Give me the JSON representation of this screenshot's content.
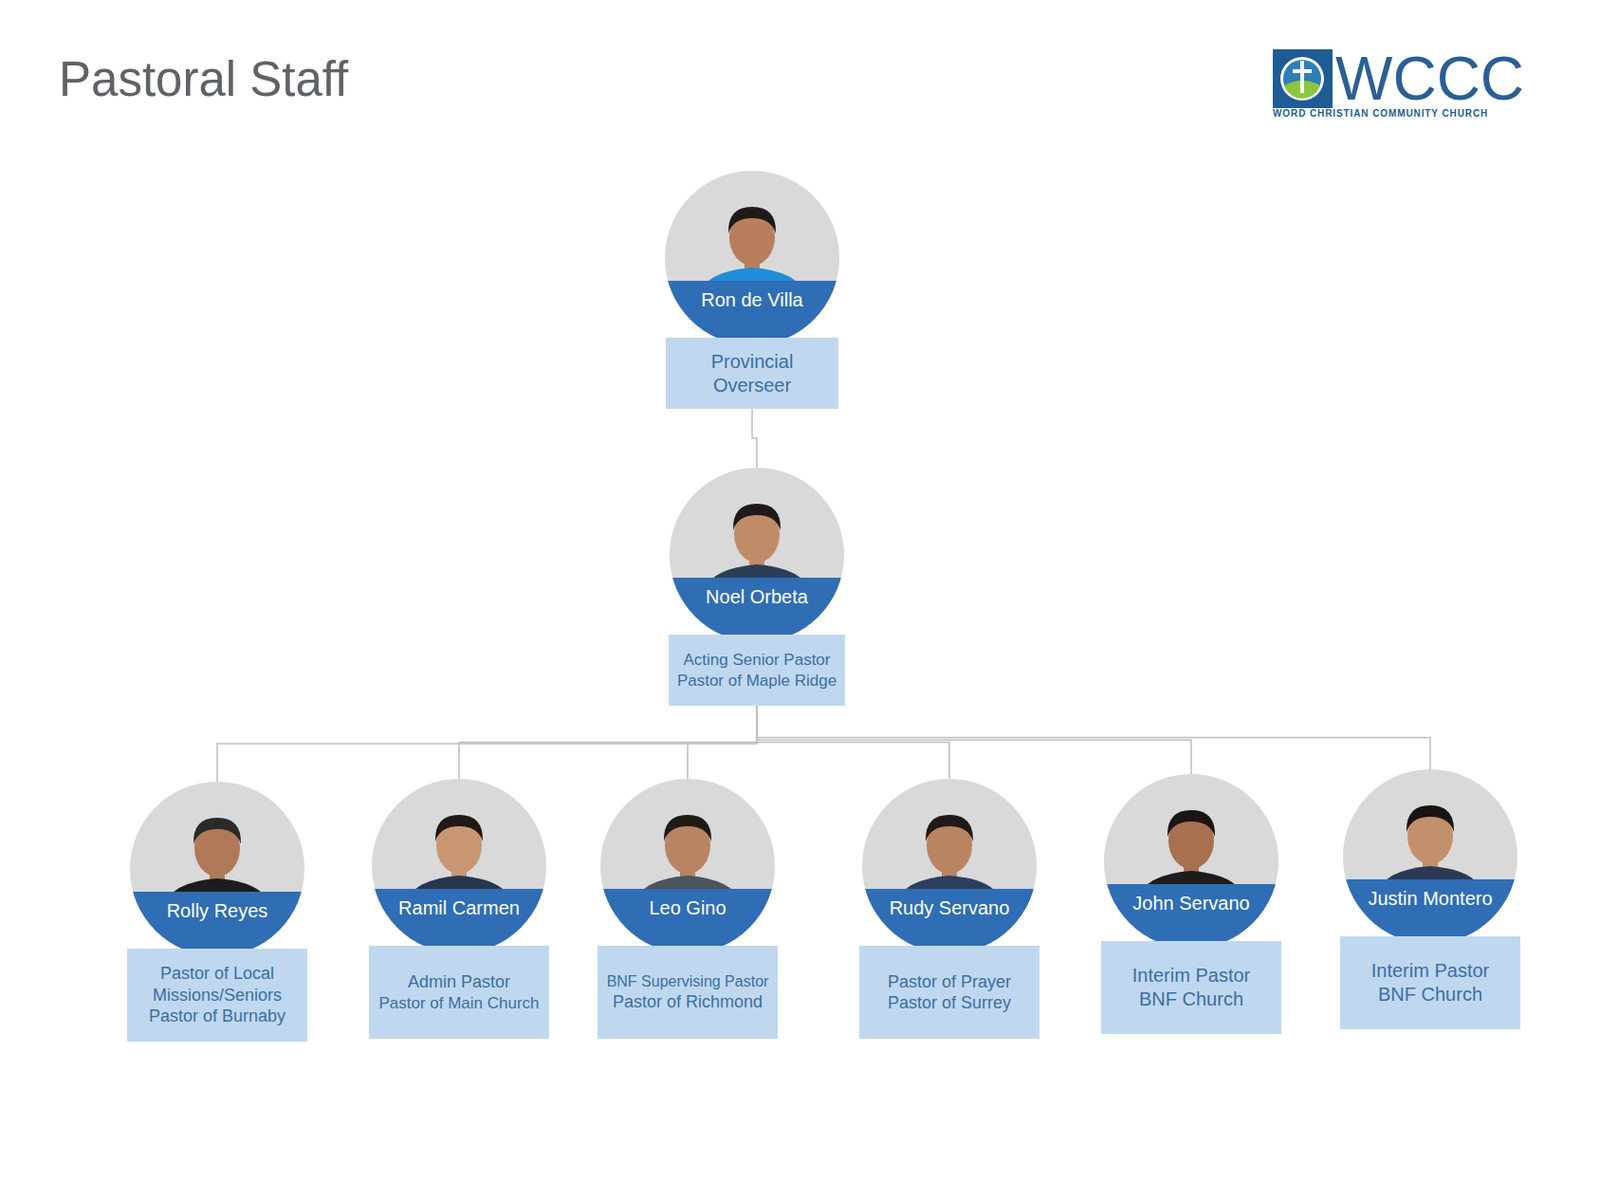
{
  "diagram": {
    "title": "Pastoral Staff",
    "nodes": [
      {
        "text": [
          "Ron de Villa",
          "Provincial Overseer"
        ]
      },
      {
        "text": [
          "Noel Orbeta",
          "Acting Senior Pastor",
          "Pastor of Maple Ridge"
        ]
      },
      {
        "text": [
          "Rolly Reyes",
          "Pastor of Local Missions/Seniors",
          "Pastor of Burnaby"
        ]
      },
      {
        "text": [
          "Ramil Carmen",
          "Admin Pastor",
          "Pastor of Main Church"
        ]
      },
      {
        "text": [
          "Leo Gino",
          "BNF Supervising Pastor",
          "Pastor of Richmond"
        ]
      },
      {
        "text": [
          "Rudy Servano",
          "Pastor of Prayer",
          "Pastor of Surrey"
        ]
      },
      {
        "text": [
          "John Servano",
          "Interim Pastor",
          "BNF Church"
        ]
      },
      {
        "text": [
          "Justin Montero",
          "Interim Pastor",
          "BNF Church"
        ]
      }
    ],
    "edges": [
      {
        "from": 0,
        "to": 1,
        "arrow": "none"
      },
      {
        "from": 1,
        "to": 2,
        "arrow": "none"
      },
      {
        "from": 1,
        "to": 3,
        "arrow": "none"
      },
      {
        "from": 1,
        "to": 4,
        "arrow": "none"
      },
      {
        "from": 1,
        "to": 5,
        "arrow": "none"
      },
      {
        "from": 1,
        "to": 6,
        "arrow": "none"
      },
      {
        "from": 1,
        "to": 7,
        "arrow": "none"
      }
    ],
    "labels": [
      "WCCC",
      "WORD CHRISTIAN COMMUNITY CHURCH"
    ]
  }
}
